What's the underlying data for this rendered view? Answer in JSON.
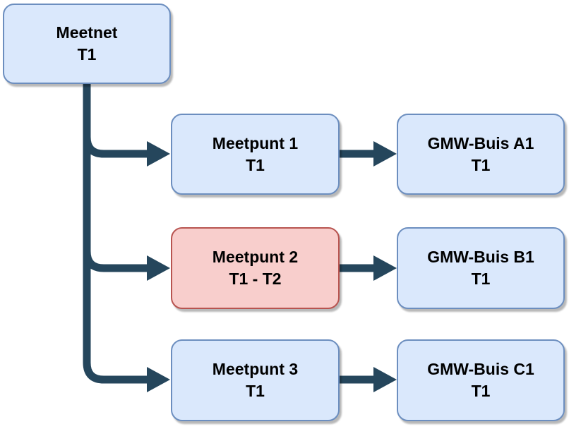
{
  "diagram": {
    "background_color": "#ffffff",
    "colors": {
      "node_blue_fill": "#dae8fc",
      "node_blue_border": "#6c8ebf",
      "node_red_fill": "#f8cecc",
      "node_red_border": "#b85450",
      "connector": "#25465c",
      "text": "#000000"
    },
    "nodes": [
      {
        "id": "meetnet",
        "line1": "Meetnet",
        "line2": "T1",
        "variant": "blue"
      },
      {
        "id": "meetpunt1",
        "line1": "Meetpunt 1",
        "line2": "T1",
        "variant": "blue"
      },
      {
        "id": "meetpunt2",
        "line1": "Meetpunt 2",
        "line2": "T1 - T2",
        "variant": "red"
      },
      {
        "id": "meetpunt3",
        "line1": "Meetpunt 3",
        "line2": "T1",
        "variant": "blue"
      },
      {
        "id": "gmw-buis-a1",
        "line1": "GMW-Buis A1",
        "line2": "T1",
        "variant": "blue"
      },
      {
        "id": "gmw-buis-b1",
        "line1": "GMW-Buis B1",
        "line2": "T1",
        "variant": "blue"
      },
      {
        "id": "gmw-buis-c1",
        "line1": "GMW-Buis C1",
        "line2": "T1",
        "variant": "blue"
      }
    ],
    "edges": [
      {
        "from": "meetnet",
        "to": "meetpunt1"
      },
      {
        "from": "meetnet",
        "to": "meetpunt2"
      },
      {
        "from": "meetnet",
        "to": "meetpunt3"
      },
      {
        "from": "meetpunt1",
        "to": "gmw-buis-a1"
      },
      {
        "from": "meetpunt2",
        "to": "gmw-buis-b1"
      },
      {
        "from": "meetpunt3",
        "to": "gmw-buis-c1"
      }
    ]
  }
}
